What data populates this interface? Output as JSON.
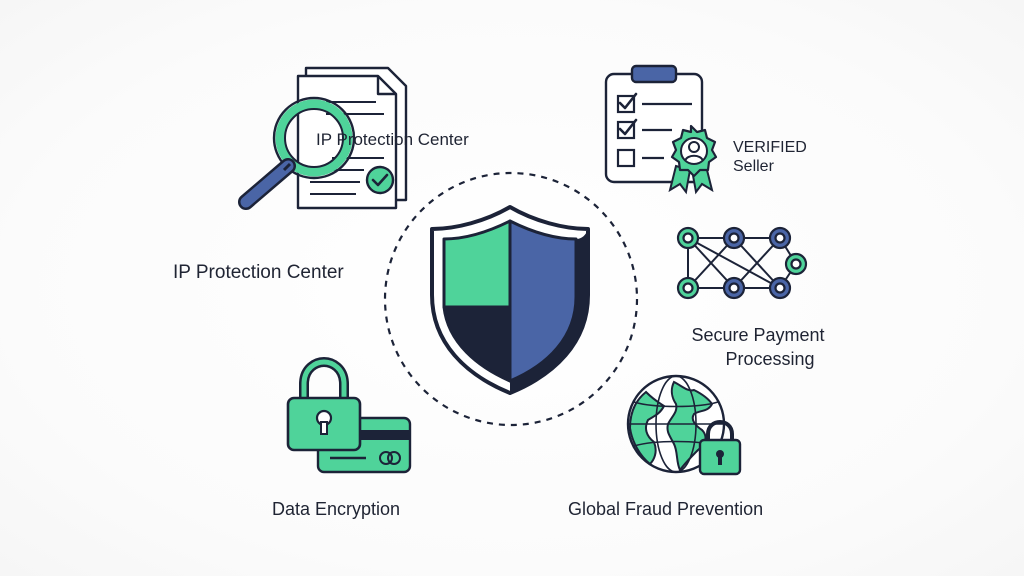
{
  "labels": {
    "ip_protection_overlay": "IP Protection Center",
    "ip_protection": "IP Protection Center",
    "verified_line1": "VERIFIED",
    "verified_line2": "Seller",
    "secure_payment_line1": "Secure Payment",
    "secure_payment_line2": "Processing",
    "data_encryption": "Data Encryption",
    "global_fraud": "Global Fraud Prevention"
  },
  "colors": {
    "green": "#4fd39a",
    "navy": "#1c2338",
    "blue": "#4a65a6",
    "outline": "#1c2338"
  },
  "icons": {
    "center": "shield-icon",
    "top_left": "document-magnifier-icon",
    "top_right": "checklist-badge-icon",
    "right": "network-nodes-icon",
    "bottom_left": "padlock-card-icon",
    "bottom_right": "globe-lock-icon"
  }
}
